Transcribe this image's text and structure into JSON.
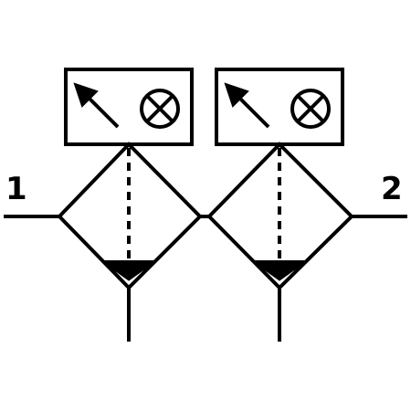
{
  "ports": {
    "inlet_label": "1",
    "outlet_label": "2"
  },
  "colors": {
    "stroke": "#000000",
    "background": "#ffffff"
  },
  "icons": {
    "adjust": "diagonal-arrow-icon",
    "indicator": "circle-cross-icon"
  },
  "units": [
    {
      "name": "filter-regulator-unit-1"
    },
    {
      "name": "filter-regulator-unit-2"
    }
  ]
}
